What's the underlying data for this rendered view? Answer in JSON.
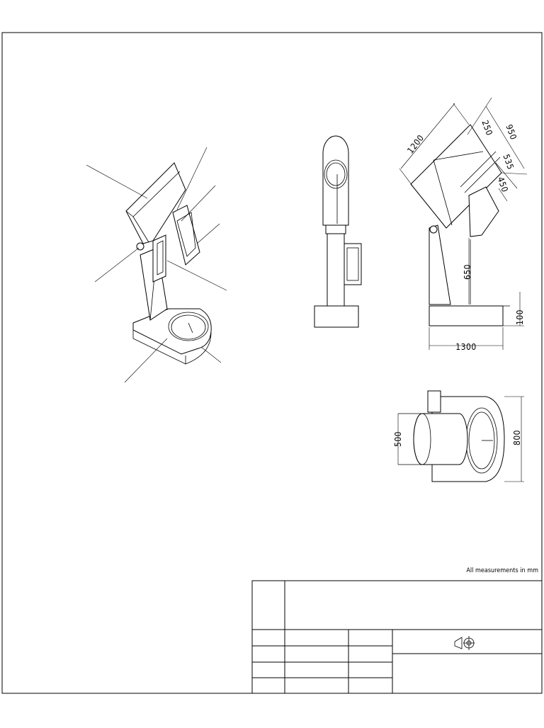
{
  "drawing": {
    "note": "All measurements in mm",
    "dimensions": {
      "arm_length": "1200",
      "arm_offset": "250",
      "arm_height": "950",
      "tray_depth": "535",
      "tray_width": "450",
      "column_height": "650",
      "base_height": "100",
      "base_length": "1300",
      "top_width": "500",
      "top_depth": "800"
    }
  }
}
